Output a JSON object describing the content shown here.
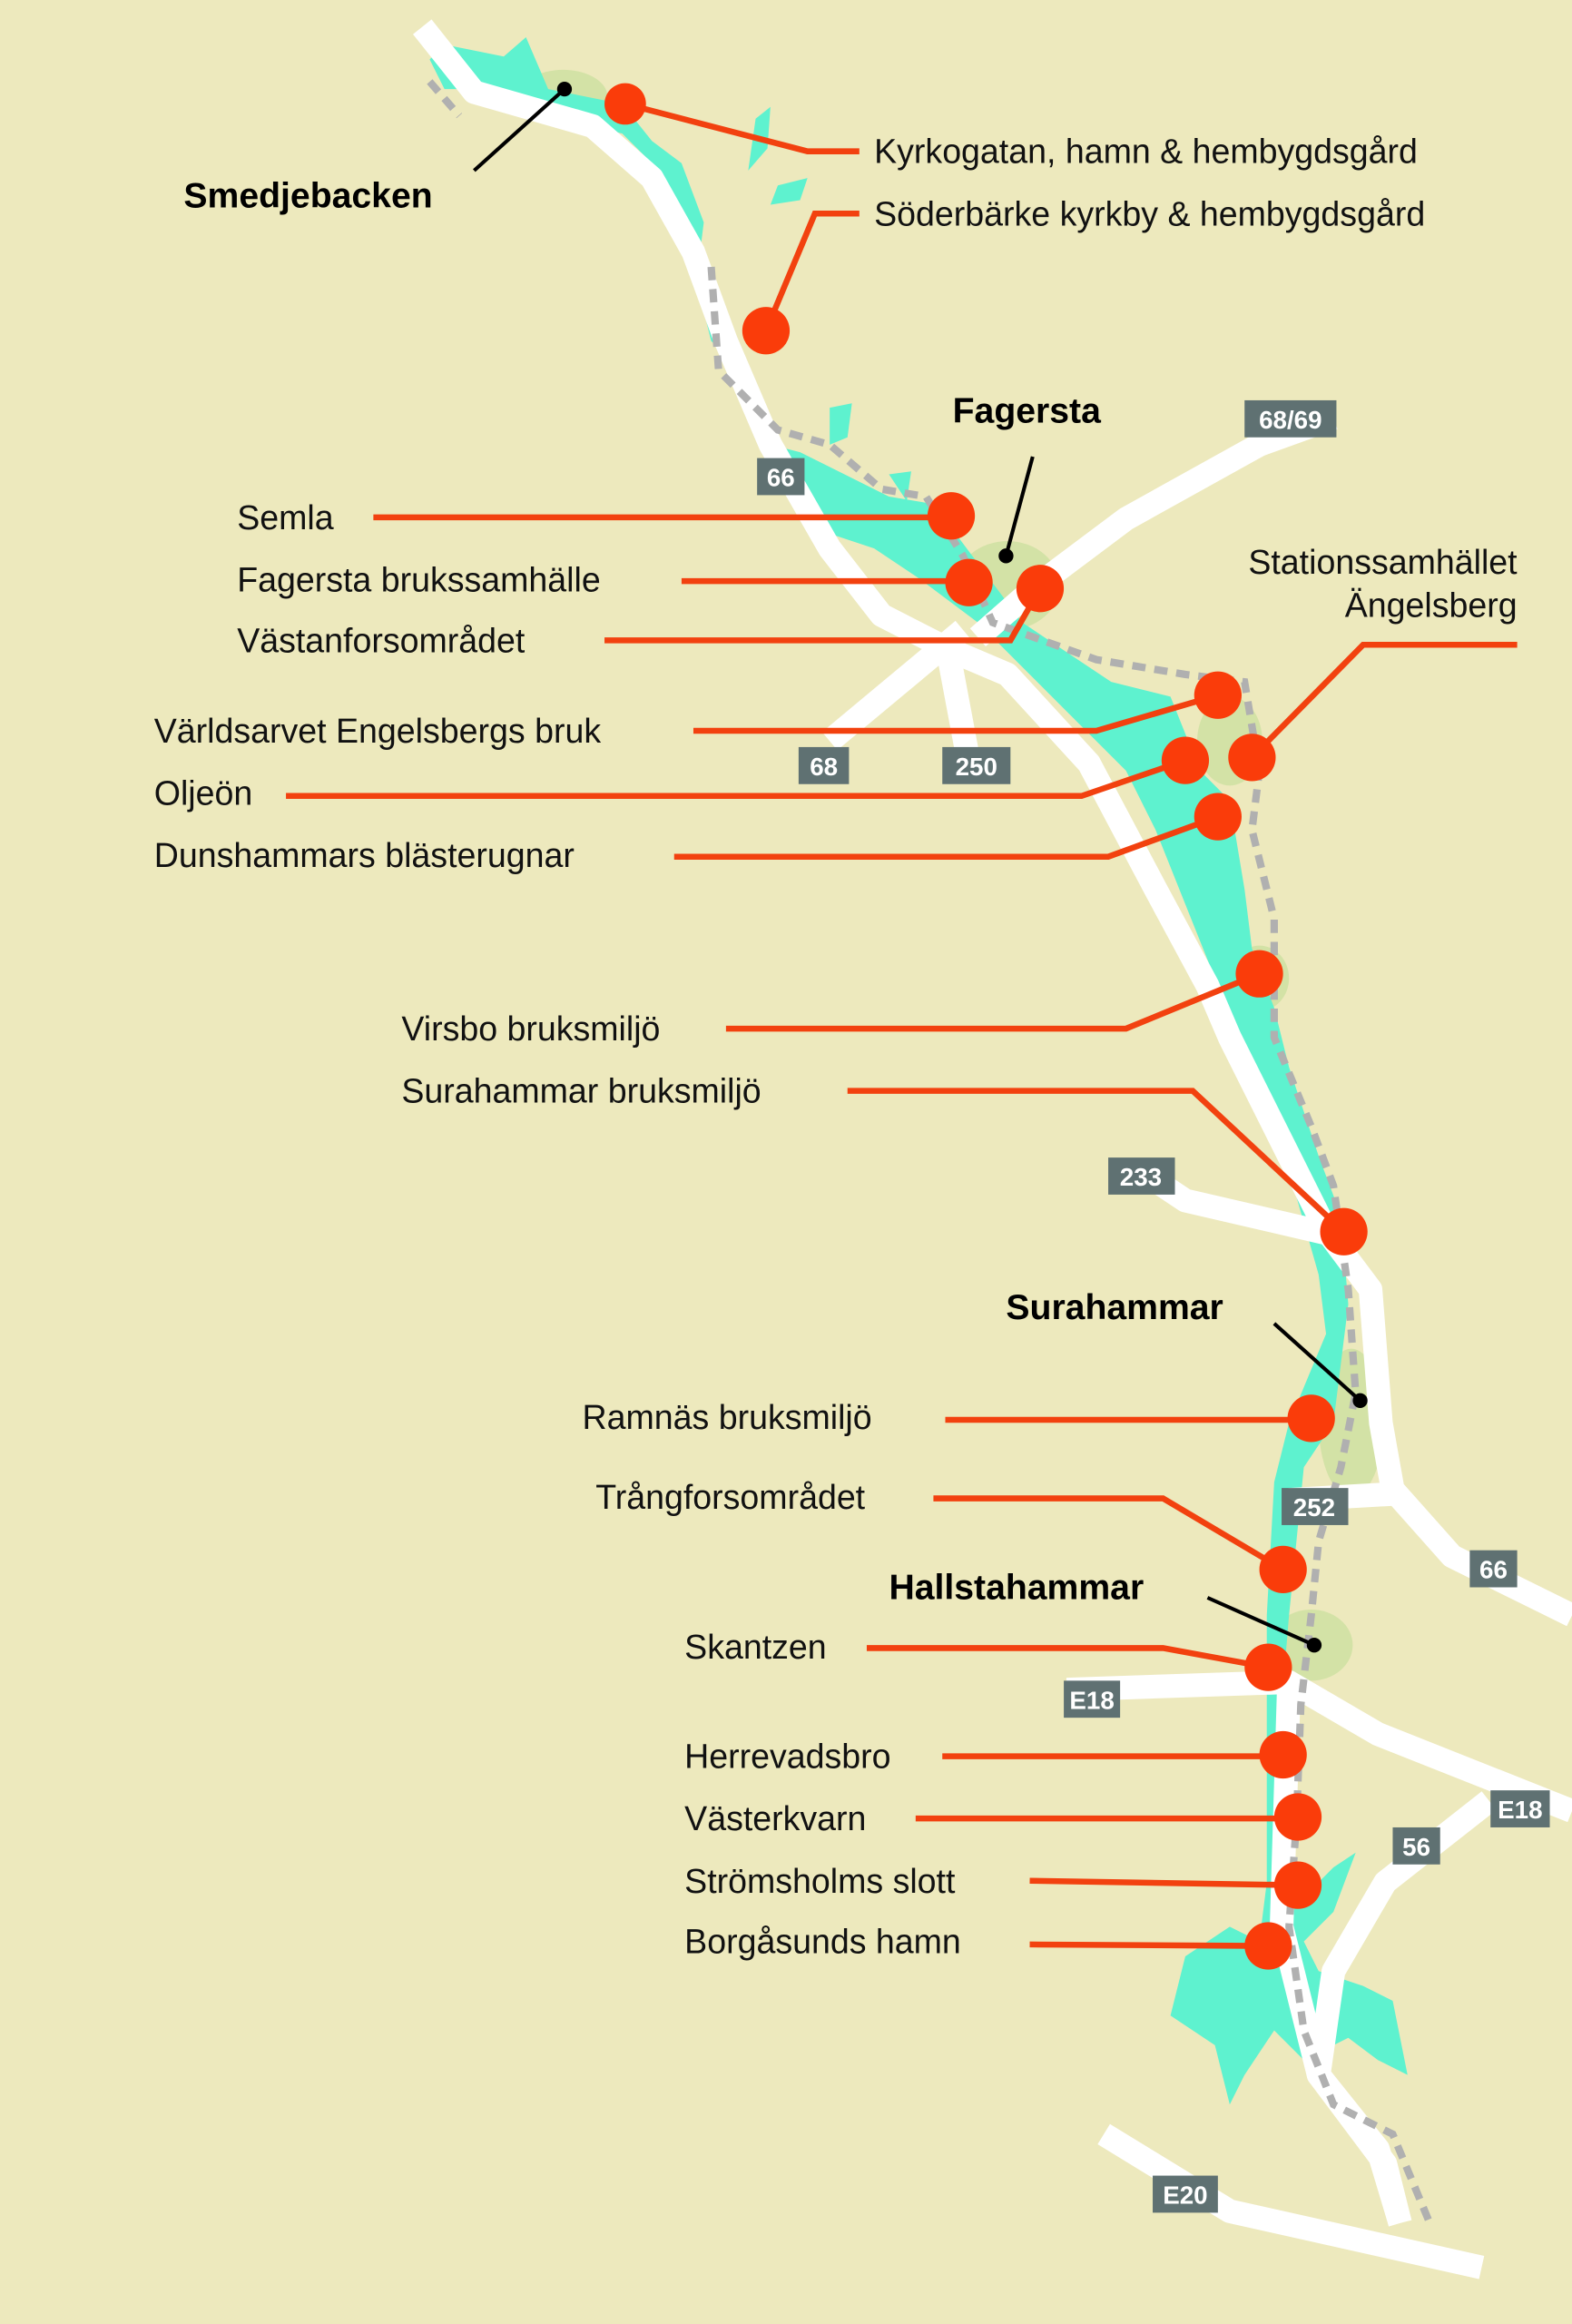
{
  "colors": {
    "background": "#ede9bd",
    "water": "#5ef2cf",
    "urban": "#d3e2a6",
    "road": "#ffffff",
    "marker": "#fa3c0a",
    "badge": "#5f7172"
  },
  "towns": {
    "smedjebacken": "Smedjebacken",
    "fagersta": "Fagersta",
    "surahammar": "Surahammar",
    "hallstahammar": "Hallstahammar"
  },
  "sites": [
    "Kyrkogatan, hamn & hembygdsgård",
    "Söderbärke kyrkby & hembygdsgård",
    "Semla",
    "Fagersta brukssamhälle",
    "Västanforsområdet",
    "Stationssamhället",
    "Ängelsberg",
    "Världsarvet Engelsbergs bruk",
    "Oljeön",
    "Dunshammars blästerugnar",
    "Virsbo bruksmiljö",
    "Surahammar bruksmiljö",
    "Ramnäs bruksmiljö",
    "Trångforsområdet",
    "Skantzen",
    "Herrevadsbro",
    "Västerkvarn",
    "Strömsholms slott",
    "Borgåsunds hamn"
  ],
  "roads": [
    "66",
    "68/69",
    "68",
    "250",
    "233",
    "252",
    "66",
    "E18",
    "E18",
    "56",
    "E20"
  ]
}
